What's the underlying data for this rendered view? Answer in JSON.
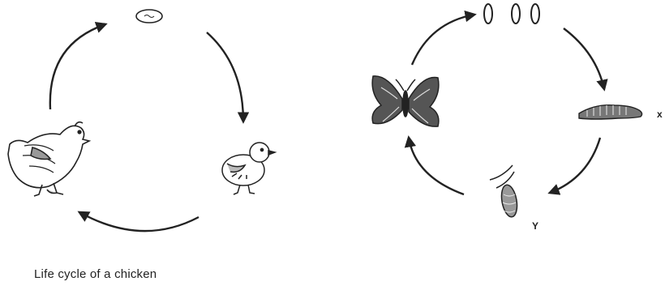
{
  "caption": "Life cycle of a chicken",
  "butterfly_labels": {
    "x": "x",
    "y": "Y"
  },
  "icons": {
    "chicken_cycle": [
      "egg-icon",
      "chick-icon",
      "hen-icon"
    ],
    "butterfly_cycle": [
      "eggs-icon",
      "caterpillar-icon",
      "pupa-icon",
      "butterfly-icon"
    ]
  },
  "colors": {
    "ink": "#222222",
    "background": "#ffffff"
  }
}
